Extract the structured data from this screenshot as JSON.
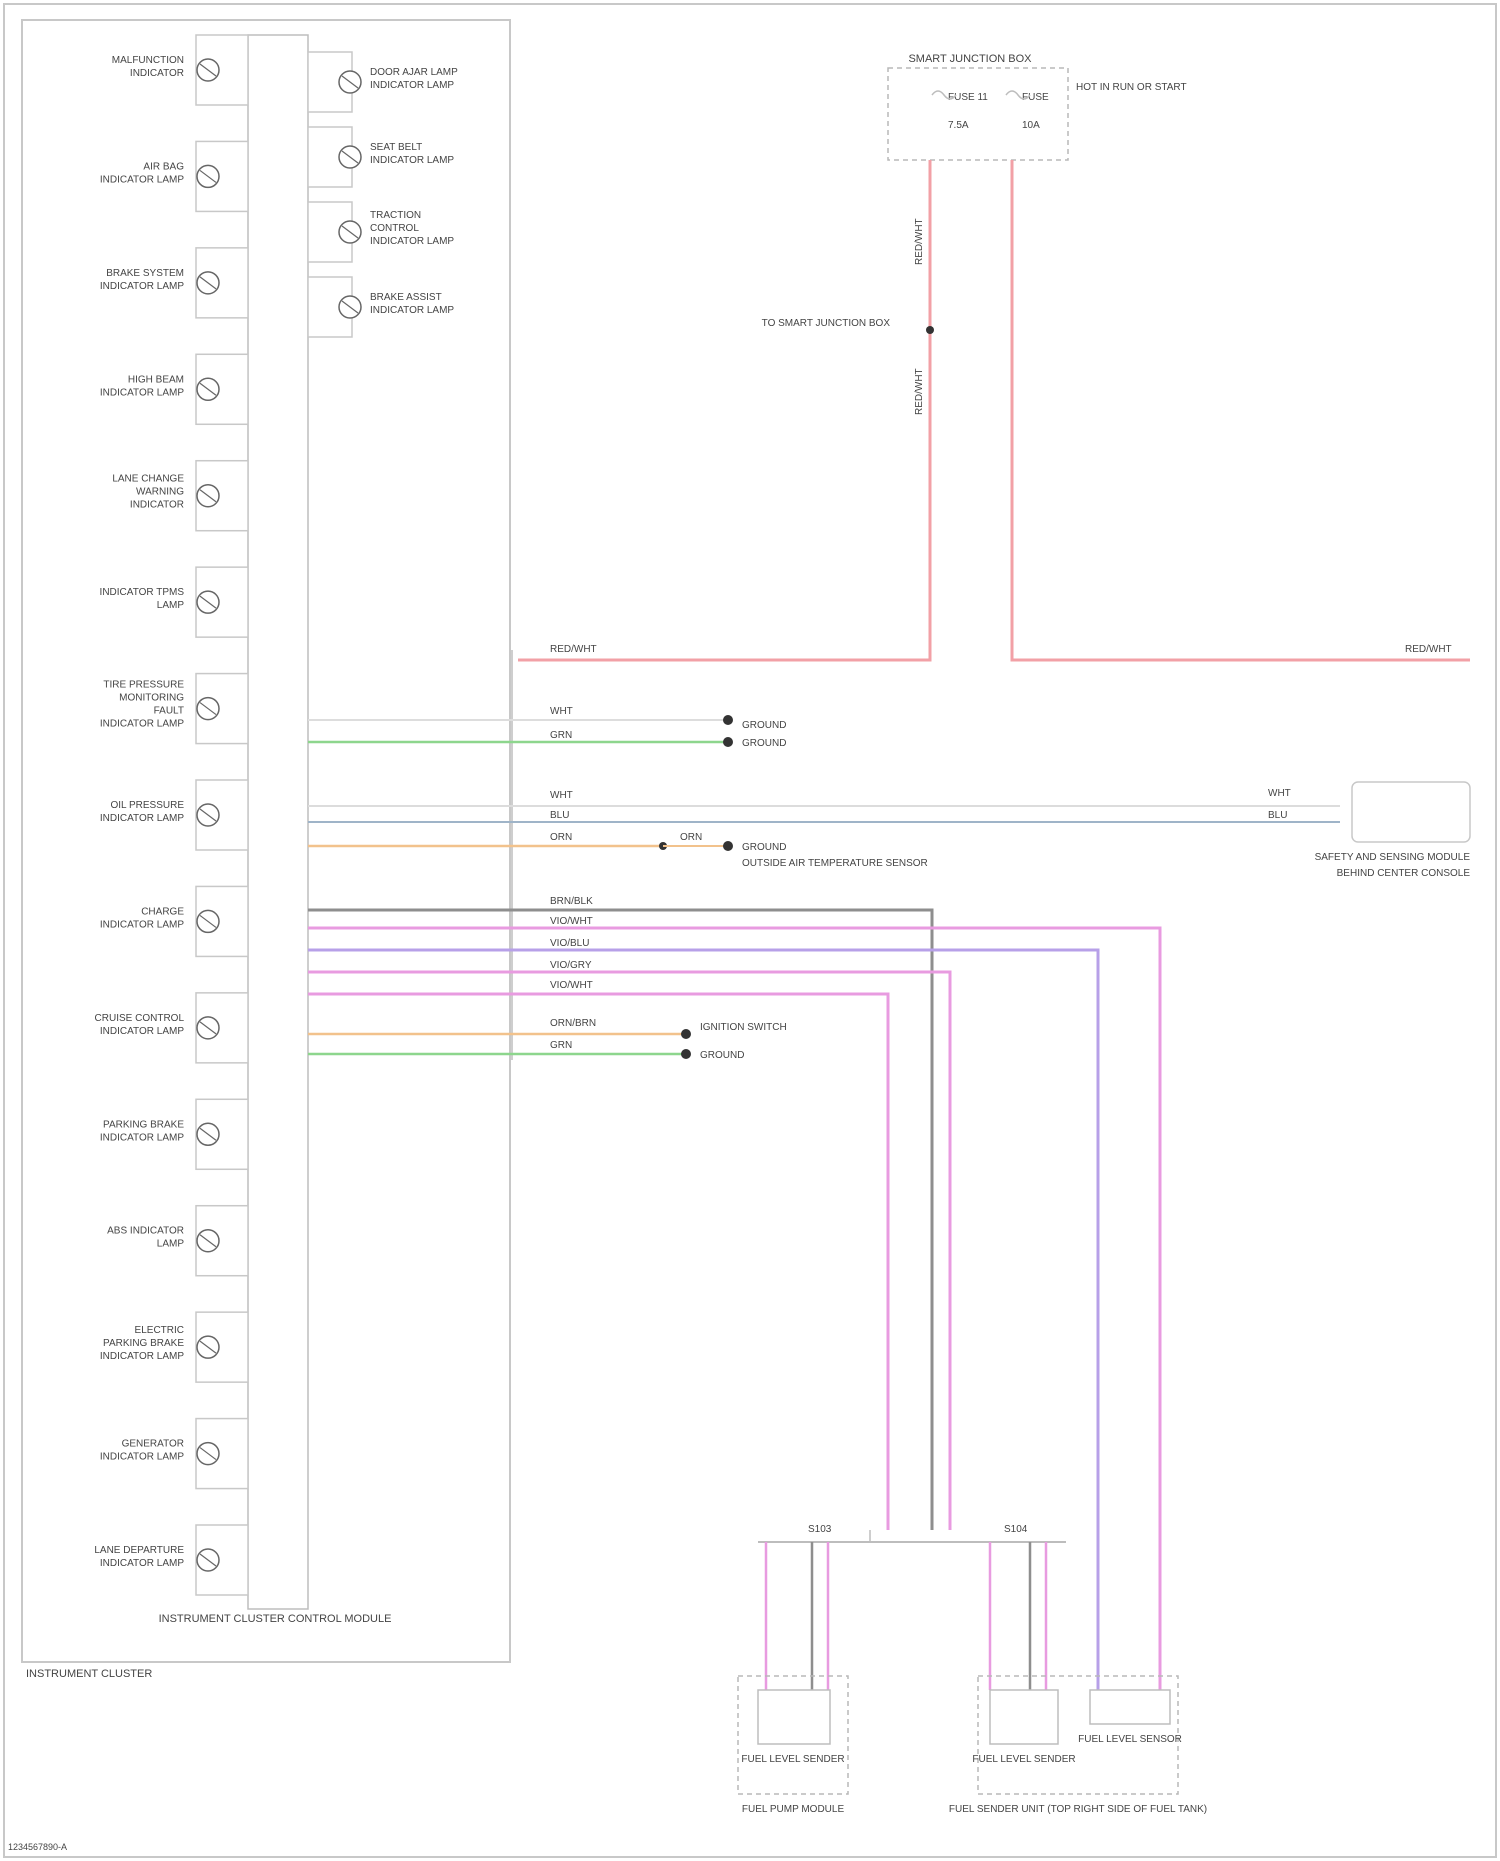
{
  "cluster": {
    "module_label": "INSTRUMENT CLUSTER CONTROL MODULE",
    "frame_label": "INSTRUMENT CLUSTER",
    "left_lamps": [
      "MALFUNCTION INDICATOR",
      "AIR BAG INDICATOR LAMP",
      "BRAKE SYSTEM INDICATOR LAMP",
      "HIGH BEAM INDICATOR LAMP",
      "LANE CHANGE WARNING INDICATOR",
      "INDICATOR TPMS LAMP",
      "TIRE PRESSURE MONITORING FAULT INDICATOR LAMP",
      "OIL PRESSURE INDICATOR LAMP",
      "CHARGE INDICATOR LAMP",
      "CRUISE CONTROL INDICATOR LAMP",
      "PARKING BRAKE INDICATOR LAMP",
      "ABS INDICATOR LAMP",
      "ELECTRIC PARKING BRAKE INDICATOR LAMP",
      "GENERATOR INDICATOR LAMP",
      "LANE DEPARTURE INDICATOR LAMP"
    ],
    "right_lamps": [
      "DOOR AJAR LAMP INDICATOR LAMP",
      "SEAT BELT INDICATOR LAMP",
      "TRACTION CONTROL INDICATOR LAMP",
      "BRAKE ASSIST INDICATOR LAMP"
    ]
  },
  "fuse_block": {
    "title": "SMART JUNCTION BOX",
    "fuse1": "FUSE 11",
    "fuse1_amp": "7.5A",
    "fuse2": "FUSE",
    "fuse2_amp": "10A",
    "side_label": "HOT IN RUN OR START"
  },
  "splice_label": "TO SMART JUNCTION BOX",
  "wires": {
    "top_left": "RED/WHT",
    "top_right": "RED/WHT",
    "vert_left": "RED/WHT",
    "vert_left2": "RED/WHT",
    "w1": "WHT",
    "w2": "GRN",
    "w3": "WHT",
    "w4": "BLU",
    "w5": "ORN",
    "w6": "BRN/BLK",
    "w7": "VIO/WHT",
    "w8": "VIO/BLU",
    "w9": "VIO/GRY",
    "w10": "VIO/WHT",
    "w11": "ORN/BRN",
    "w12": "GRN",
    "orn_side": "ORN",
    "right_w1": "WHT",
    "right_w2": "BLU",
    "gnd1": "GROUND",
    "gnd2": "GROUND",
    "gnd3": "IGNITION SWITCH",
    "gnd4": "GROUND",
    "sensor_mid": "GROUND",
    "splice_left": "S103",
    "splice_right": "S104"
  },
  "sensor_label": "OUTSIDE AIR TEMPERATURE SENSOR",
  "right_module": "SAFETY AND SENSING MODULE",
  "right_module_sub": "BEHIND CENTER CONSOLE",
  "fuel": {
    "sender_left": "FUEL LEVEL SENDER",
    "pump_left": "FUEL PUMP MODULE",
    "sender_right": "FUEL LEVEL SENDER",
    "sensor_right": "FUEL LEVEL SENSOR",
    "unit_right": "FUEL SENDER UNIT (TOP RIGHT SIDE OF FUEL TANK)"
  },
  "footer": "1234567890-A"
}
